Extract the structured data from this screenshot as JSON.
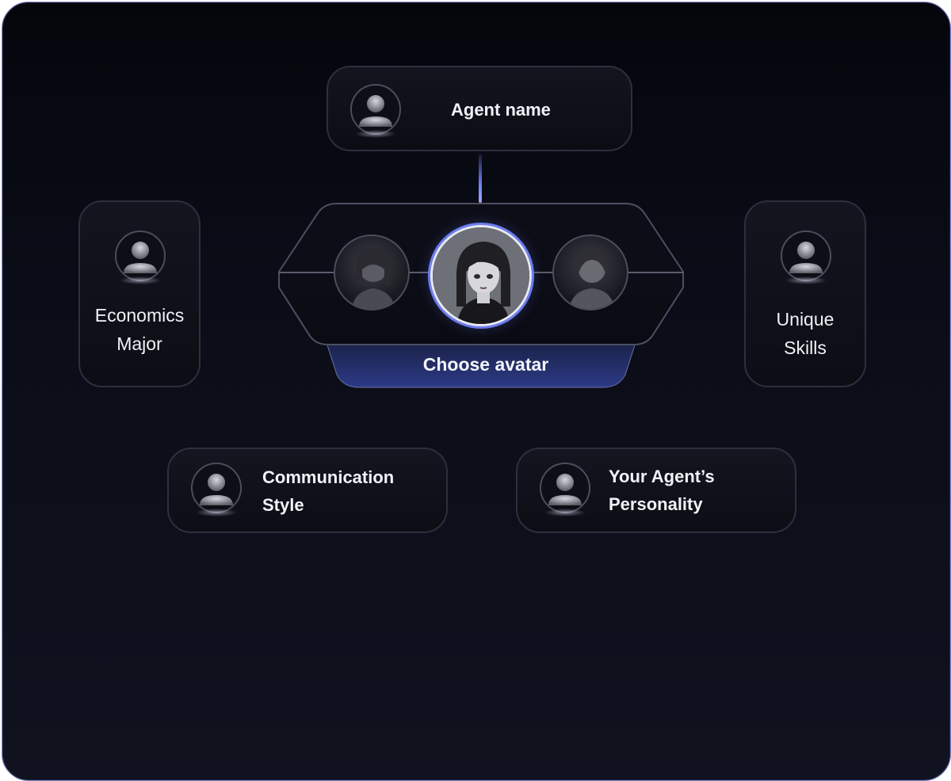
{
  "cards": {
    "agent_name": "Agent name",
    "economics_major": [
      "Economics",
      "Major"
    ],
    "unique_skills": [
      "Unique",
      "Skills"
    ],
    "communication_style": [
      "Communication",
      "Style"
    ],
    "personality": [
      "Your Agent’s",
      "Personality"
    ]
  },
  "avatar_picker": {
    "label": "Choose avatar",
    "selected_index": 1,
    "avatars": [
      "avatar-option-1",
      "avatar-option-2",
      "avatar-option-3"
    ]
  },
  "colors": {
    "accent": "#6b7cf0",
    "background": "#0a0c17",
    "card_border": "#2c2f3d"
  },
  "icons": {
    "profile": "user-silhouette-icon"
  }
}
